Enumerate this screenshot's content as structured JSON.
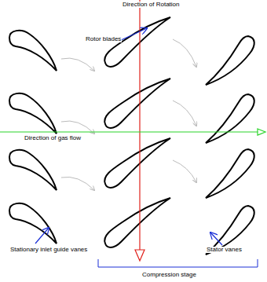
{
  "diagram": {
    "labels": [
      "Direction of Rotation",
      "Rotor blades",
      "Direction of gas flow",
      "Stationary inlet guide vanes",
      "Stator vanes",
      "Compression stage"
    ]
  }
}
